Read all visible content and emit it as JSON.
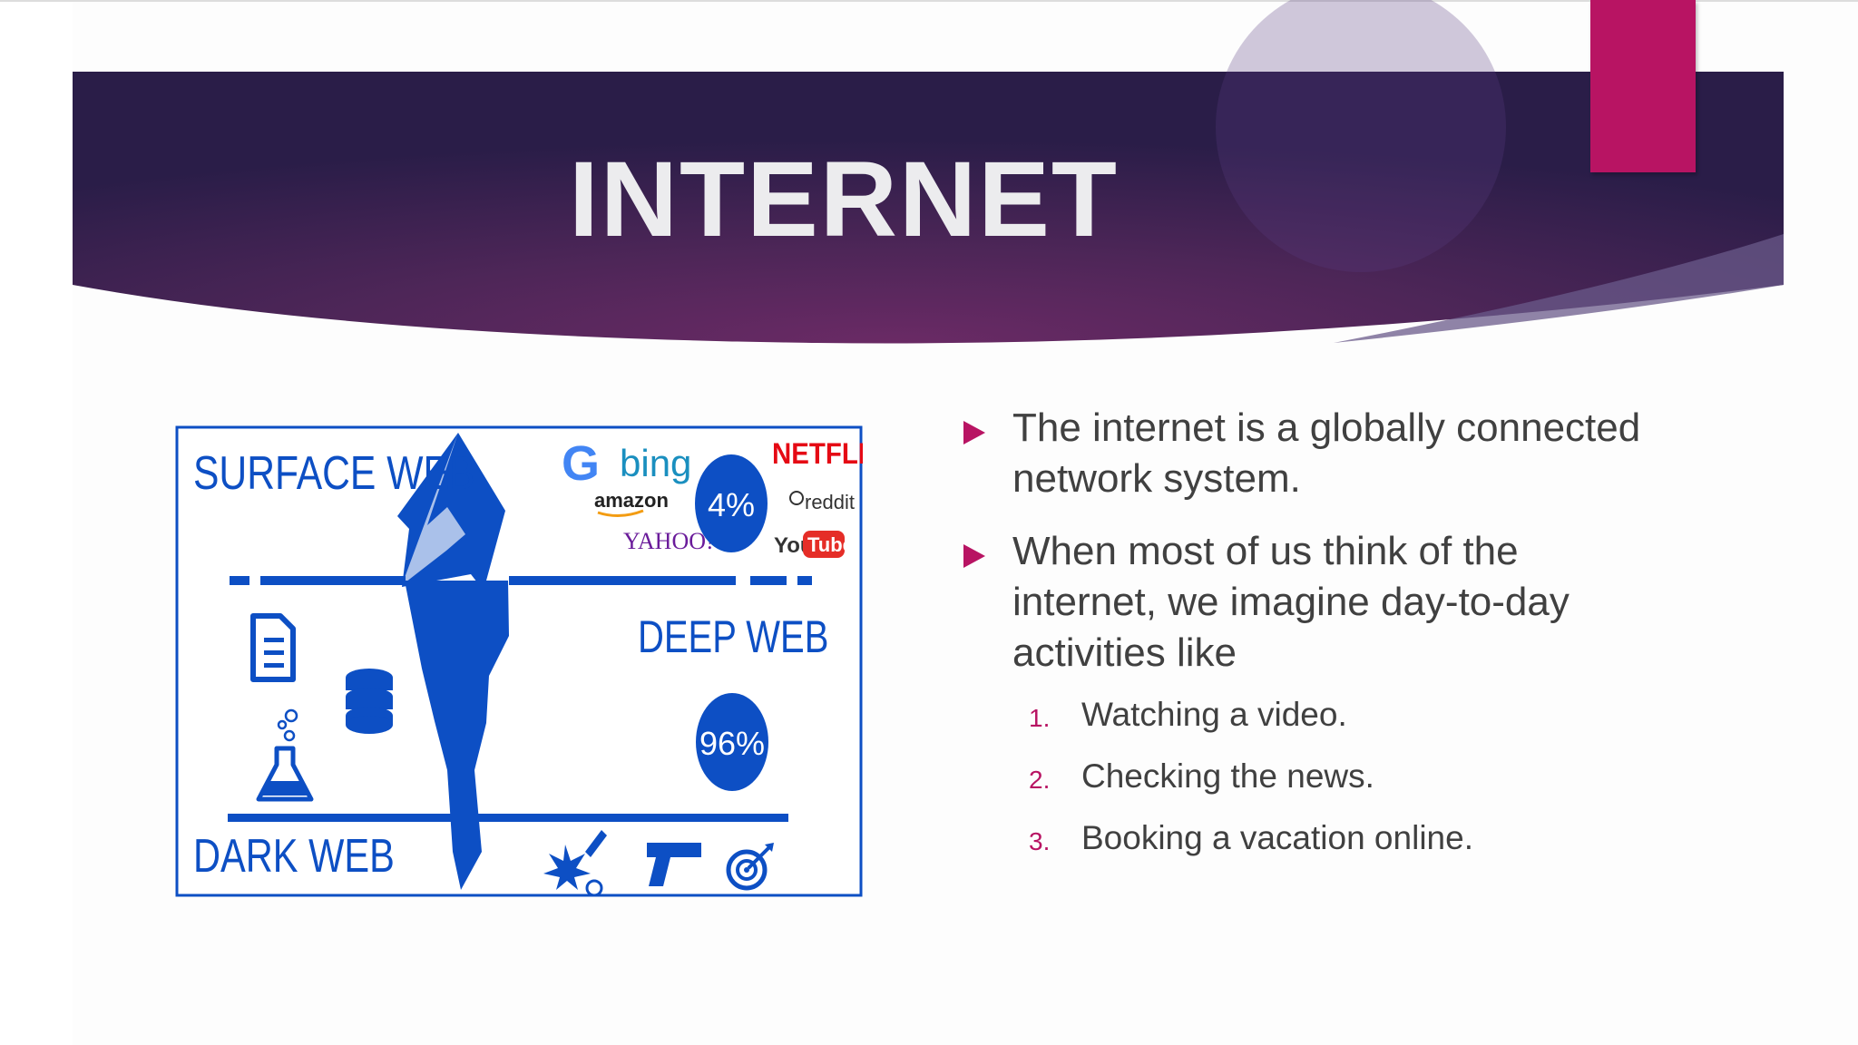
{
  "slide": {
    "title": "INTERNET",
    "colors": {
      "accent": "#b81463",
      "banner_dark": "#2f1d4d",
      "banner_mid": "#6a2a65",
      "iceberg": "#0d4fc4"
    }
  },
  "graphic": {
    "surface_label": "SURFACE WEB",
    "deep_label": "DEEP WEB",
    "dark_label": "DARK WEB",
    "surface_percent": "4%",
    "deep_percent": "96%",
    "brands": [
      "bing",
      "amazon",
      "YAHOO!",
      "NETFLIX",
      "reddit",
      "You",
      "Tube"
    ],
    "icons": [
      "google-logo",
      "document-icon",
      "database-icon",
      "flask-icon",
      "drugs-icon",
      "pistol-icon",
      "target-icon"
    ]
  },
  "bullets": [
    {
      "text": "The internet is a globally connected network system."
    },
    {
      "text": "When most of us think of the internet, we imagine day-to-day activities like"
    }
  ],
  "sub_items": [
    {
      "number": "1.",
      "text": "Watching a video."
    },
    {
      "number": "2.",
      "text": "Checking the news."
    },
    {
      "number": "3.",
      "text": "Booking a vacation online."
    }
  ]
}
